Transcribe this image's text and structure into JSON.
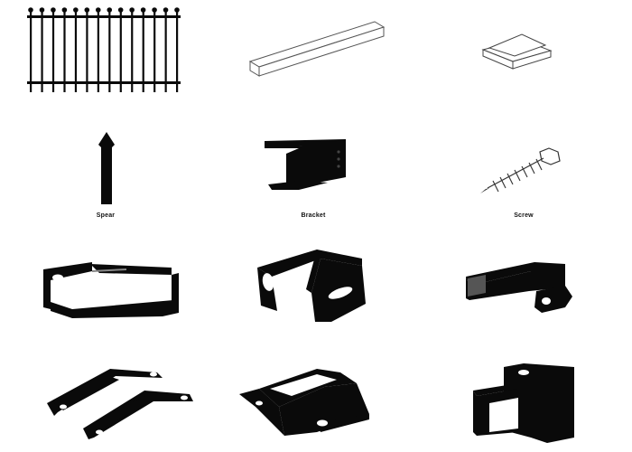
{
  "captions": {
    "spear": "Spear",
    "bracket": "Bracket",
    "screw": "Screw"
  },
  "colors": {
    "part": "#0a0a0a",
    "outline": "#444444",
    "background": "#ffffff"
  },
  "tiles": [
    {
      "name": "fence-panel",
      "icon": "fence-panel-icon"
    },
    {
      "name": "rail",
      "icon": "rail-icon"
    },
    {
      "name": "post-cap",
      "icon": "post-cap-icon"
    },
    {
      "name": "spear",
      "icon": "spear-icon"
    },
    {
      "name": "bracket",
      "icon": "bracket-icon"
    },
    {
      "name": "screw",
      "icon": "screw-icon"
    },
    {
      "name": "rail-clamp-bracket",
      "icon": "rail-clamp-icon"
    },
    {
      "name": "u-bracket",
      "icon": "u-bracket-icon"
    },
    {
      "name": "tube-ear-bracket",
      "icon": "tube-ear-bracket-icon"
    },
    {
      "name": "flat-hinge-bracket",
      "icon": "flat-hinge-icon"
    },
    {
      "name": "flange-bracket",
      "icon": "flange-bracket-icon"
    },
    {
      "name": "wall-mount-bracket",
      "icon": "wall-mount-bracket-icon"
    }
  ]
}
